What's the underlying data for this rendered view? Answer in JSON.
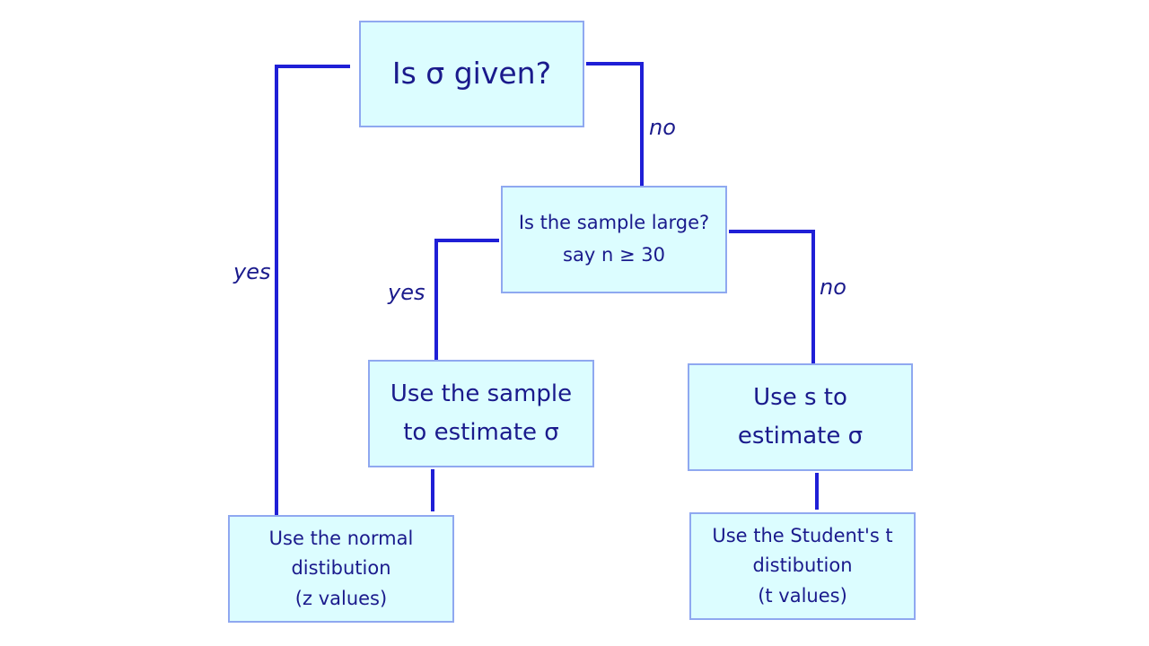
{
  "nodes": {
    "sigma_given": {
      "lines": [
        "Is σ given?"
      ]
    },
    "sample_large": {
      "lines": [
        "Is the sample large?",
        "say n ≥ 30"
      ]
    },
    "use_sample": {
      "lines": [
        "Use the sample",
        "to estimate σ"
      ]
    },
    "use_s": {
      "lines": [
        "Use s to",
        "estimate σ"
      ]
    },
    "normal_dist": {
      "lines": [
        "Use the normal",
        "distibution",
        "(z values)"
      ]
    },
    "student_t": {
      "lines": [
        "Use the Student's t",
        "distibution",
        "(t values)"
      ]
    }
  },
  "edge_labels": {
    "sigma_no": "no",
    "sigma_yes": "yes",
    "large_yes": "yes",
    "large_no": "no"
  },
  "colors": {
    "box_fill": "#dcfdff",
    "box_border": "#8fa8f0",
    "connector": "#1f1fd6",
    "text": "#1a1a8c"
  }
}
